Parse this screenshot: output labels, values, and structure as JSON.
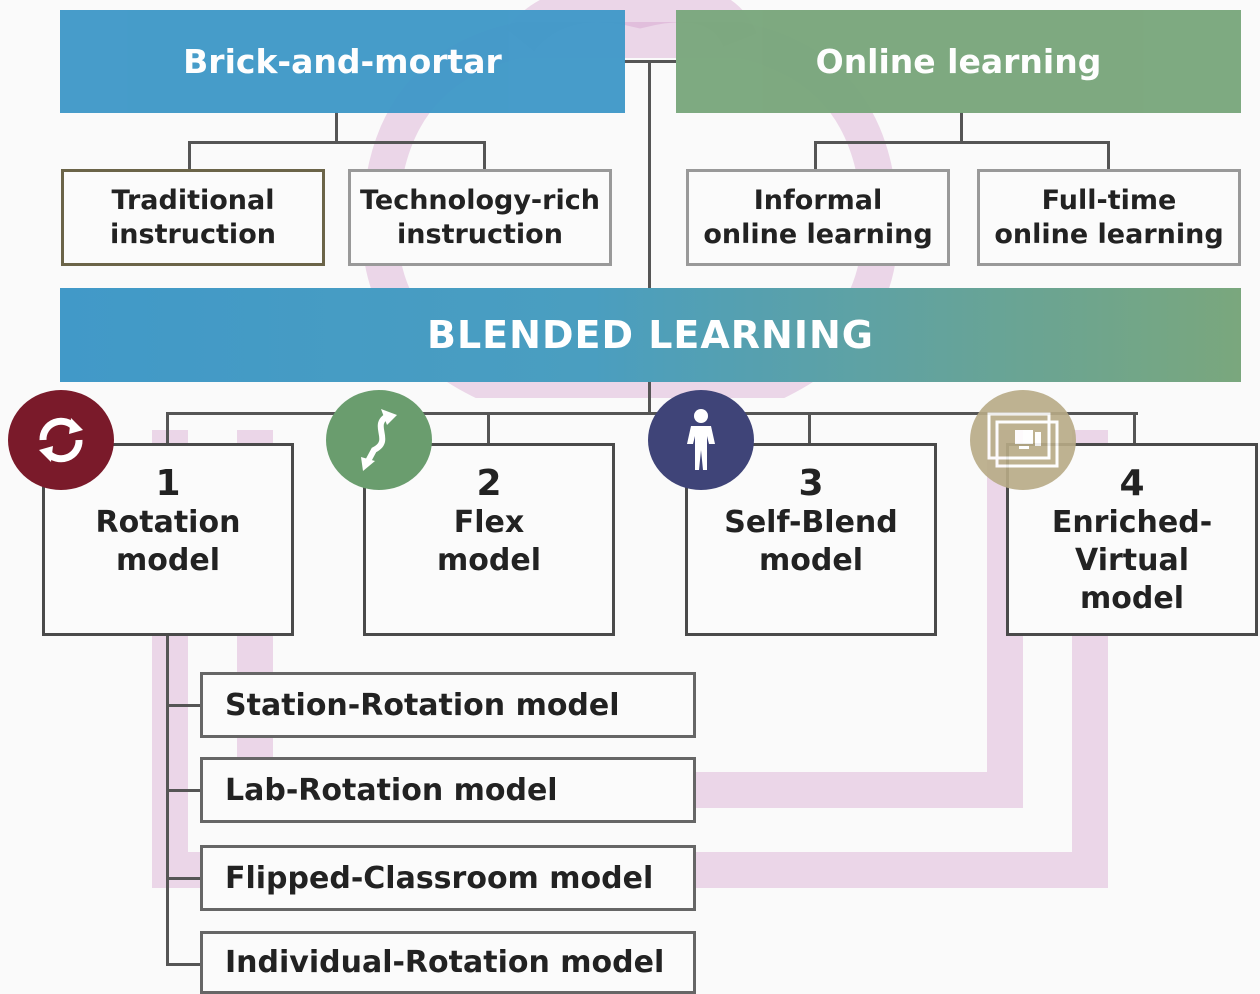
{
  "top": {
    "brick": "Brick-and-mortar",
    "online": "Online learning",
    "traditional": "Traditional\ninstruction",
    "tech_rich": "Technology-rich\ninstruction",
    "informal": "Informal\nonline learning",
    "full_time": "Full-time\nonline learning"
  },
  "blended": "BLENDED LEARNING",
  "models": [
    {
      "num": "1",
      "name": "Rotation\nmodel",
      "icon": "rotation-arrows-icon",
      "color": "#7a1a2a"
    },
    {
      "num": "2",
      "name": "Flex\nmodel",
      "icon": "flex-arrow-icon",
      "color": "#6a9d6e"
    },
    {
      "num": "3",
      "name": "Self-Blend\nmodel",
      "icon": "person-icon",
      "color": "#3f4478"
    },
    {
      "num": "4",
      "name": "Enriched-\nVirtual\nmodel",
      "icon": "computer-screen-icon",
      "color": "#b8ab86"
    }
  ],
  "rotation_submodels": [
    "Station-Rotation model",
    "Lab-Rotation model",
    "Flipped-Classroom model",
    "Individual-Rotation model"
  ],
  "colors": {
    "blue": "#4199c8",
    "green": "#7aa77d",
    "watermark": "#cf8fc4"
  }
}
